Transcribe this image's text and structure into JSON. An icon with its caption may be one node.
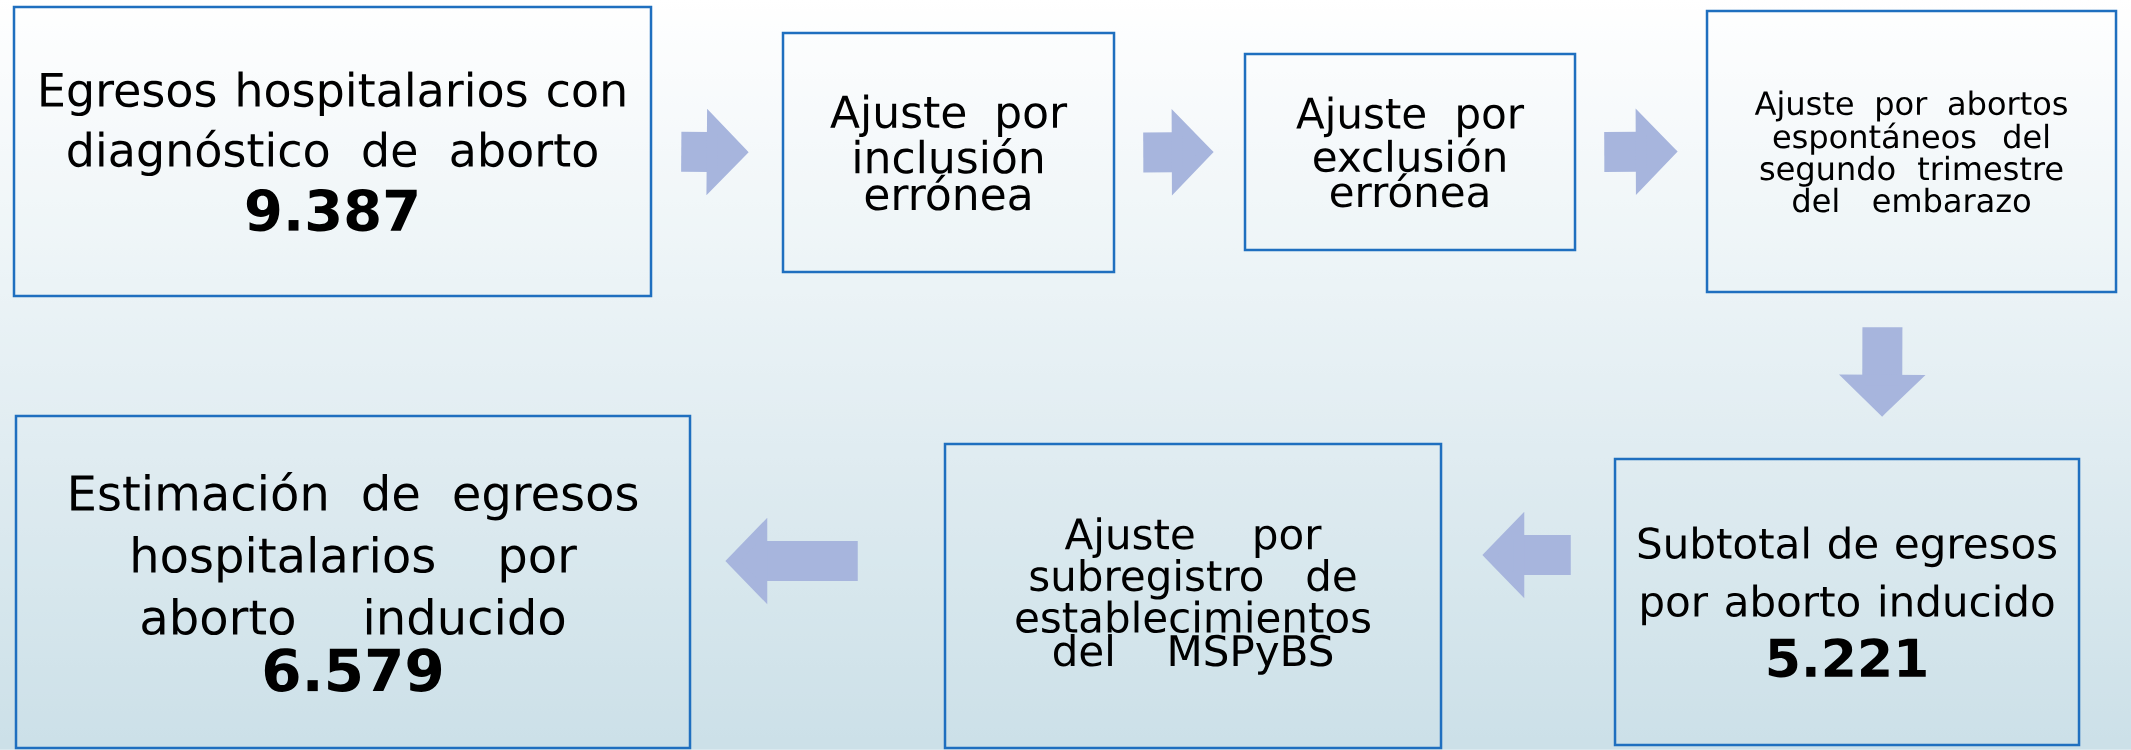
{
  "diagram": {
    "nodes": [
      {
        "text": [
          "Egresos hospitalarios con diagnóstico de aborto",
          "9.387"
        ]
      },
      {
        "text": [
          "Ajuste por inclusión errónea"
        ]
      },
      {
        "text": [
          "Ajuste por exclusión errónea"
        ]
      },
      {
        "text": [
          "Ajuste por abortos espontáneos del segundo trimestre del embarazo"
        ]
      },
      {
        "text": [
          "Subtotal de egresos por aborto inducido",
          "5.221"
        ]
      },
      {
        "text": [
          "Ajuste por subregistro de establecimientos del MSPyBS"
        ]
      },
      {
        "text": [
          "Estimación de egresos hospitalarios por aborto inducido",
          "6.579"
        ]
      }
    ],
    "edges": [
      {
        "from": 0,
        "to": 1,
        "arrow": "to"
      },
      {
        "from": 1,
        "to": 2,
        "arrow": "to"
      },
      {
        "from": 2,
        "to": 3,
        "arrow": "to"
      },
      {
        "from": 3,
        "to": 4,
        "arrow": "to"
      },
      {
        "from": 4,
        "to": 5,
        "arrow": "to"
      },
      {
        "from": 5,
        "to": 6,
        "arrow": "to"
      }
    ]
  }
}
